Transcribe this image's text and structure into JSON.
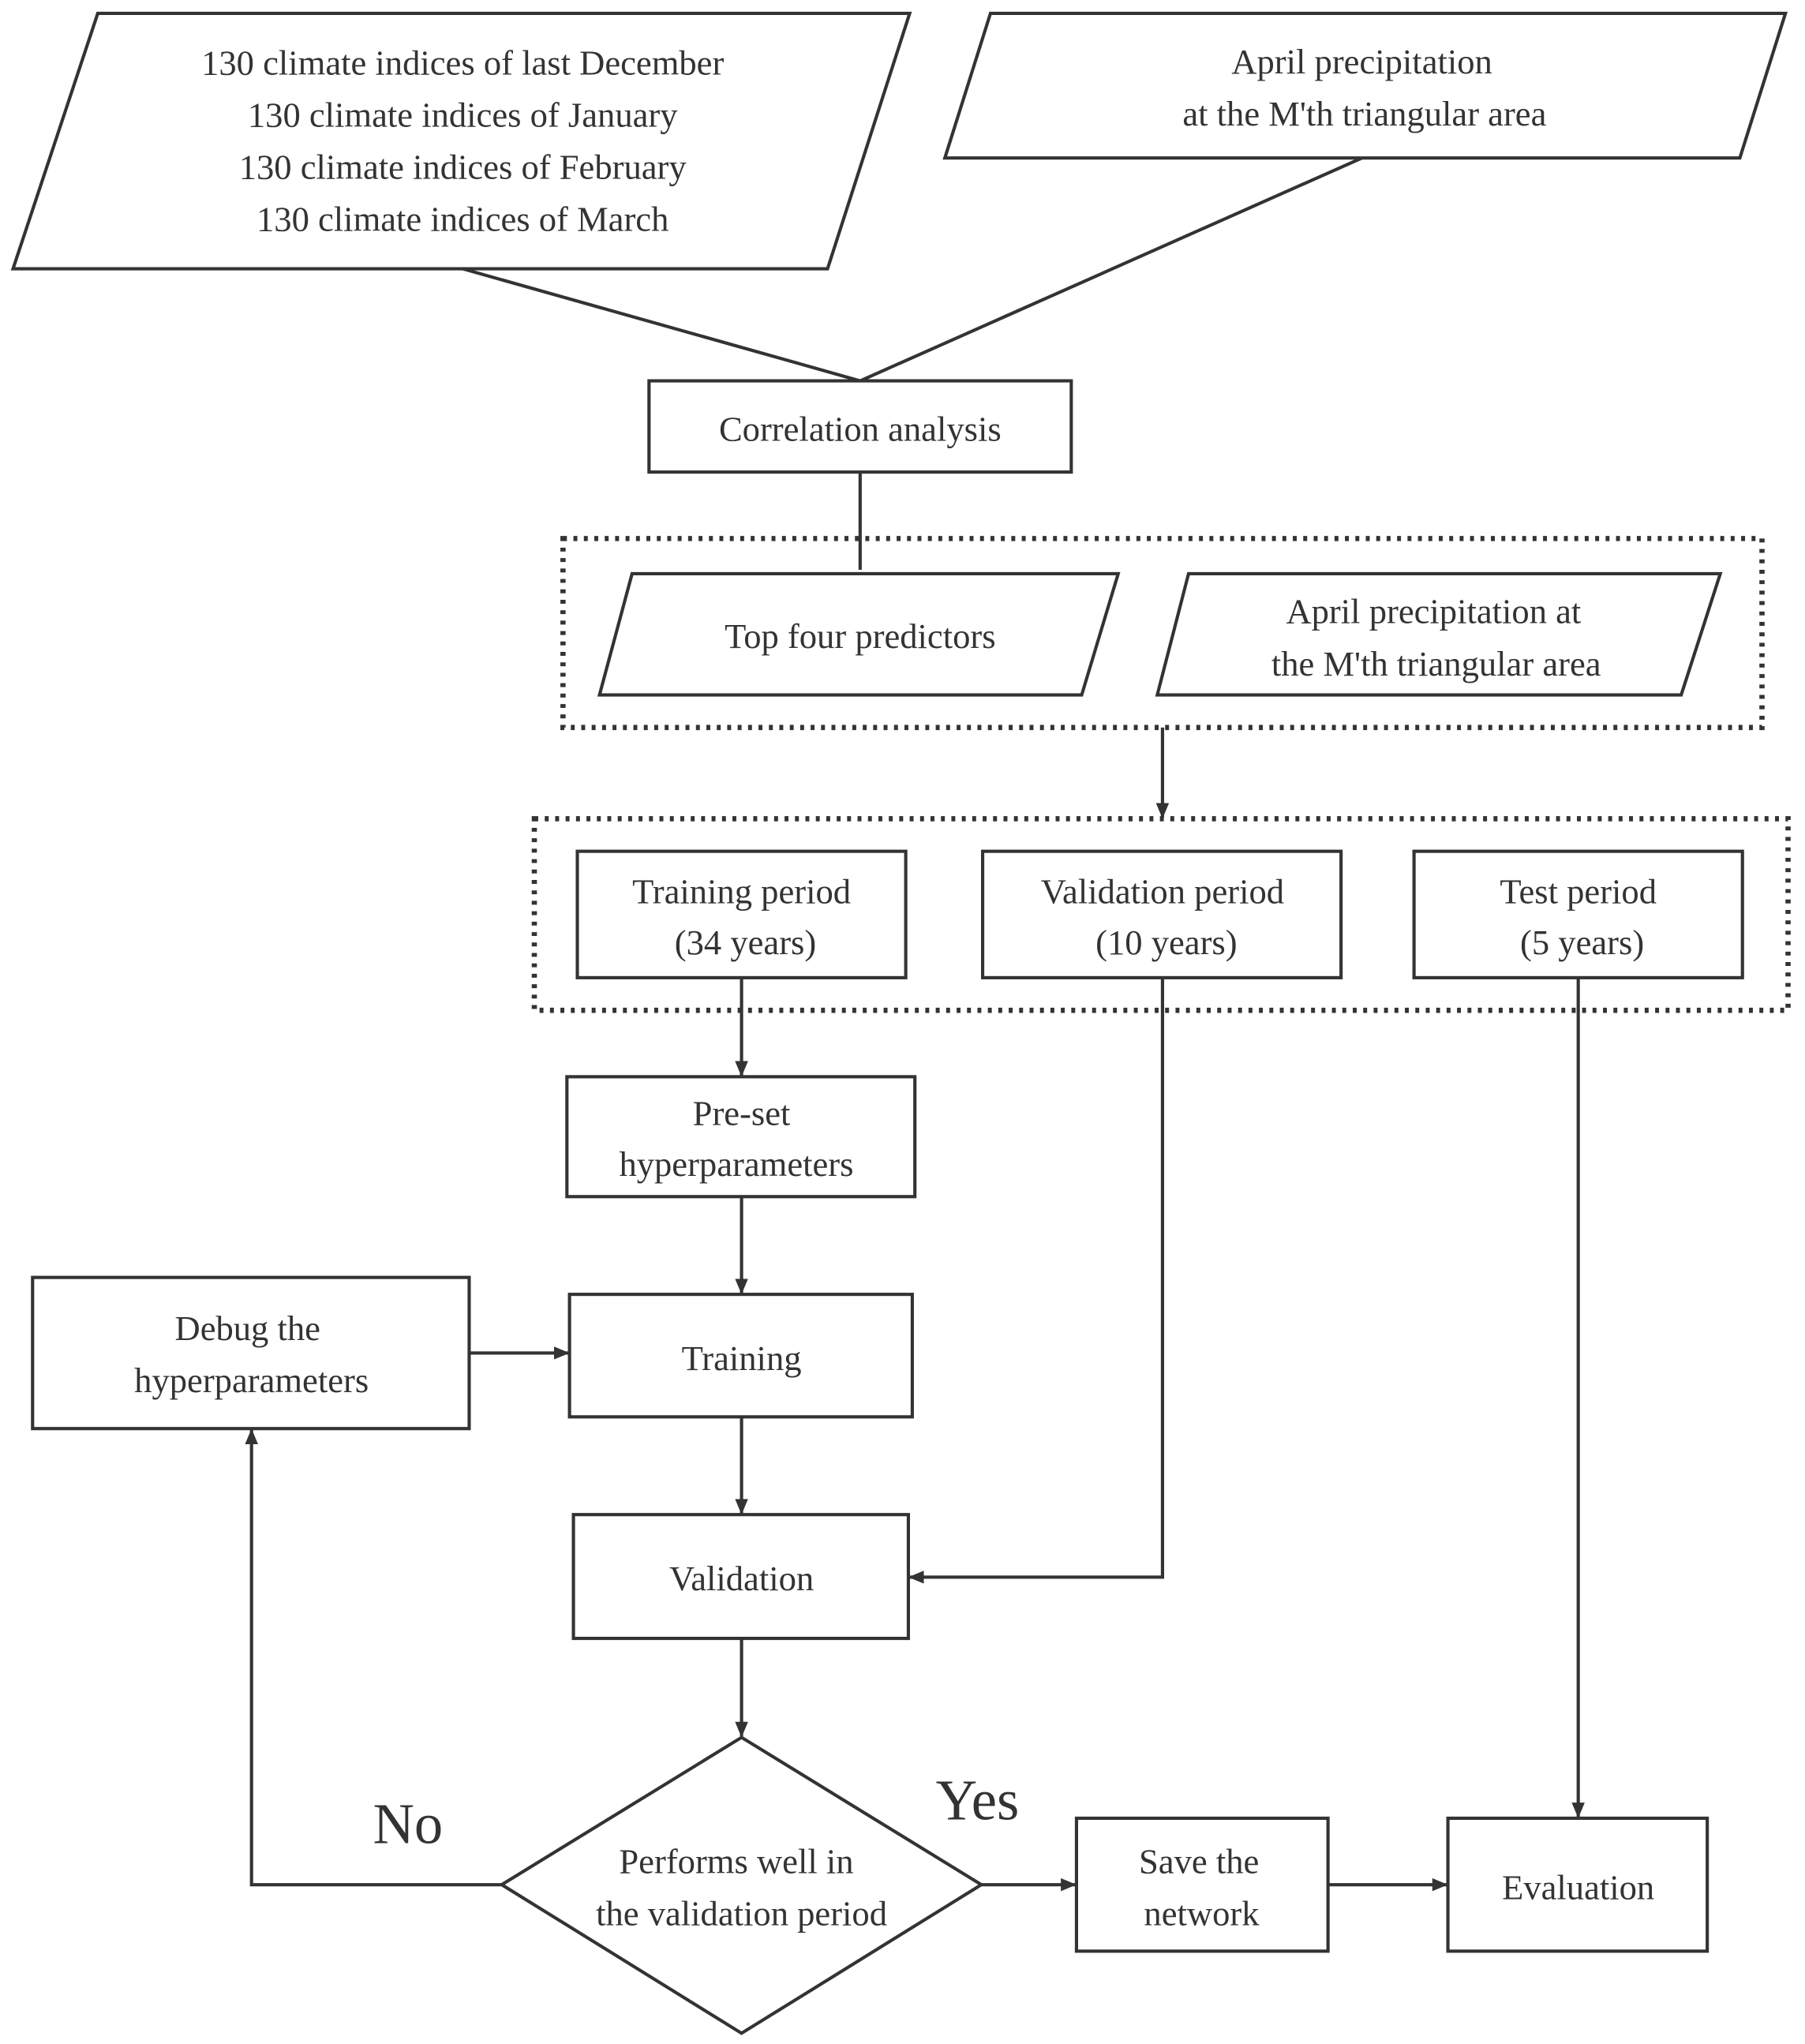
{
  "inputs": {
    "indices": [
      "130 climate indices of last  December",
      "130 climate indices of January",
      "130 climate indices of February",
      "130 climate indices of March"
    ],
    "precip": [
      "April precipitation",
      "at the M'th triangular area"
    ]
  },
  "correlation": "Correlation analysis",
  "selected": {
    "predictors": "Top four predictors",
    "precip": [
      "April precipitation at",
      "the M'th triangular area"
    ]
  },
  "periods": {
    "training": [
      "Training period",
      "(34 years)"
    ],
    "validation": [
      "Validation period",
      "(10 years)"
    ],
    "test": [
      "Test period",
      "(5 years)"
    ]
  },
  "preset": [
    "Pre-set",
    "hyperparameters"
  ],
  "training": "Training",
  "debug": [
    "Debug the",
    "hyperparameters"
  ],
  "validation": "Validation",
  "decision": [
    "Performs well in",
    "the validation period"
  ],
  "no_label": "No",
  "yes_label": "Yes",
  "save": [
    "Save the",
    "network"
  ],
  "evaluation": "Evaluation"
}
